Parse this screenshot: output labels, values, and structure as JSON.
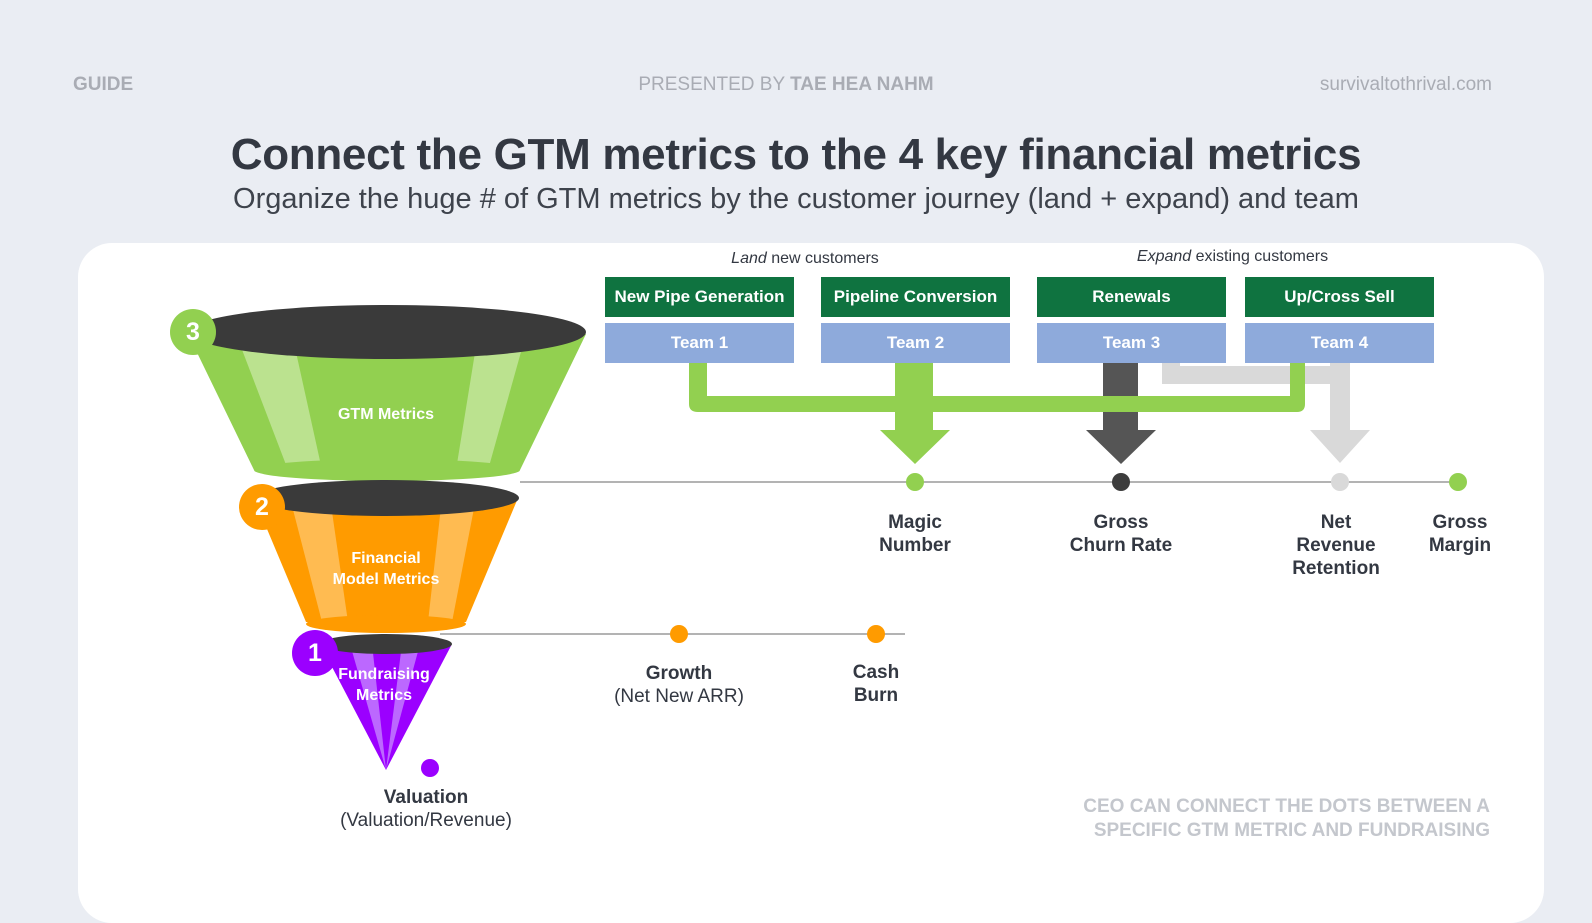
{
  "header": {
    "left": "GUIDE",
    "center_prefix": "PRESENTED BY",
    "center_name": "TAE HEA NAHM",
    "right": "survivaltothrival.com"
  },
  "title": "Connect the GTM metrics to the 4 key financial metrics",
  "subtitle": "Organize the huge # of GTM metrics by the customer journey (land + expand) and team",
  "journey": {
    "land_em": "Land",
    "land_rest": " new customers",
    "expand_em": "Expand",
    "expand_rest": " existing customers"
  },
  "stages": [
    {
      "name": "New Pipe Generation",
      "team": "Team 1"
    },
    {
      "name": "Pipeline Conversion",
      "team": "Team 2"
    },
    {
      "name": "Renewals",
      "team": "Team 3"
    },
    {
      "name": "Up/Cross Sell",
      "team": "Team 4"
    }
  ],
  "funnel": {
    "level3": {
      "number": "3",
      "label": "GTM Metrics"
    },
    "level2": {
      "number": "2",
      "label_line1": "Financial",
      "label_line2": "Model Metrics"
    },
    "level1": {
      "number": "1",
      "label_line1": "Fundraising",
      "label_line2": "Metrics"
    }
  },
  "financial_metrics": [
    {
      "line1": "Magic",
      "line2": "Number"
    },
    {
      "line1": "Gross",
      "line2": "Churn Rate"
    },
    {
      "line1": "Net",
      "line2": "Revenue",
      "line3": "Retention"
    },
    {
      "line1": "Gross",
      "line2": "Margin"
    }
  ],
  "fundraising_metrics": {
    "growth": {
      "title": "Growth",
      "sub": "(Net New ARR)"
    },
    "cash": {
      "line1": "Cash",
      "line2": "Burn"
    },
    "valuation": {
      "title": "Valuation",
      "sub": "(Valuation/Revenue)"
    }
  },
  "footnote": {
    "line1": "CEO CAN CONNECT THE DOTS BETWEEN A",
    "line2": "SPECIFIC GTM METRIC AND FUNDRAISING"
  },
  "colors": {
    "background": "#eaedf3",
    "dark_green": "#0f7340",
    "team_blue": "#8eaadb",
    "light_green": "#92d050",
    "orange": "#ff9b00",
    "purple": "#9b00ff",
    "dark_gray": "#555555",
    "light_gray": "#d9d9d9"
  }
}
